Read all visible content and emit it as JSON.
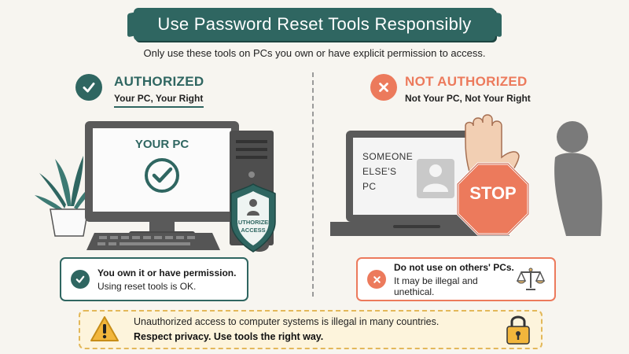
{
  "title": "Use Password Reset Tools Responsibly",
  "subtitle": "Only use these tools on PCs you own or have explicit permission to access.",
  "left": {
    "heading": "AUTHORIZED",
    "subheading": "Your PC, Your Right",
    "screen_text": "YOUR PC",
    "badge_text_1": "AUTHORIZED",
    "badge_text_2": "ACCESS",
    "box_title": "You own it or have permission.",
    "box_text": "Using reset tools is OK.",
    "accent": "#2f6661"
  },
  "right": {
    "heading": "NOT AUTHORIZED",
    "subheading": "Not Your PC, Not Your Right",
    "screen_line1": "SOMEONE",
    "screen_line2": "ELSE'S",
    "screen_line3": "PC",
    "stop_text": "STOP",
    "box_title": "Do not use on others' PCs.",
    "box_text": "It may be illegal and unethical.",
    "accent": "#ec7a5c"
  },
  "footer": {
    "line1": "Unauthorized access to computer systems is illegal in many countries.",
    "line2": "Respect privacy. Use tools the right way."
  }
}
